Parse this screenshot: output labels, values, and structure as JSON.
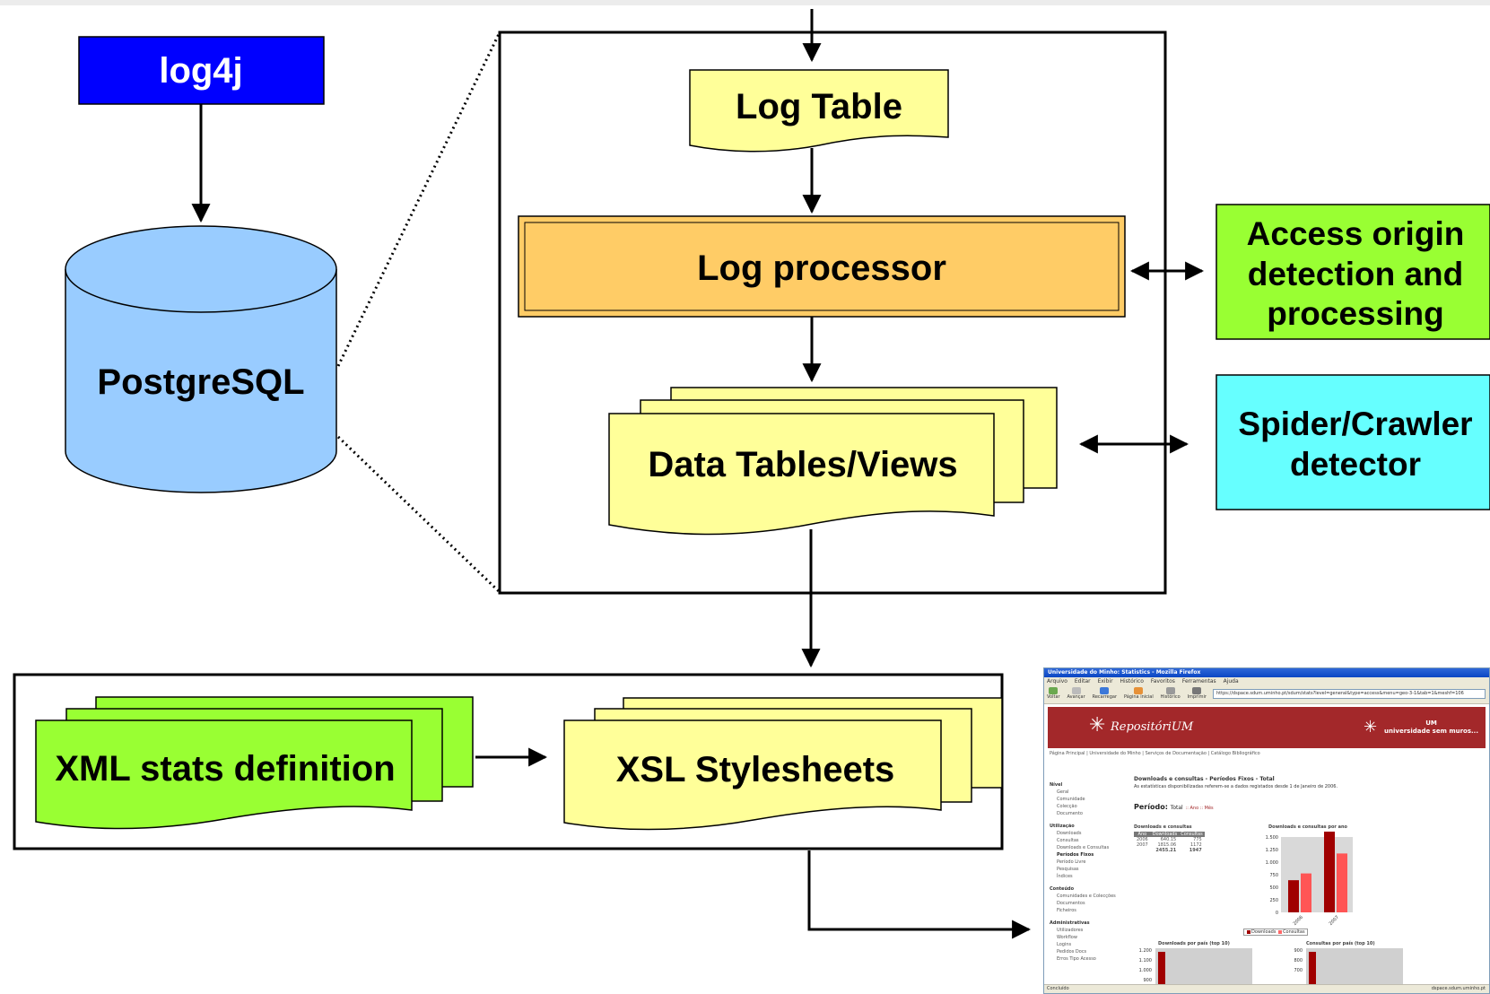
{
  "nodes": {
    "log4j": "log4j",
    "postgresql": "PostgreSQL",
    "log_table": "Log Table",
    "log_processor": "Log processor",
    "data_tables": "Data Tables/Views",
    "access_origin": [
      "Access origin",
      "detection and",
      "processing"
    ],
    "spider_crawler": [
      "Spider/Crawler",
      "detector"
    ],
    "xml_stats": "XML stats definition",
    "xsl_stylesheets": "XSL Stylesheets"
  },
  "colors": {
    "log4j_fill": "#0000ff",
    "log4j_text": "#ffffff",
    "db_fill": "#99ccff",
    "doc_yellow": "#ffff99",
    "processor_fill": "#ffcc66",
    "green": "#99ff33",
    "cyan": "#66ffff"
  },
  "screenshot": {
    "window_title": "Universidade do Minho: Statistics - Mozilla Firefox",
    "menu": [
      "Arquivo",
      "Editar",
      "Exibir",
      "Histórico",
      "Favoritos",
      "Ferramentas",
      "Ajuda"
    ],
    "toolbar": [
      "Voltar",
      "Avançar",
      "Recarregar",
      "Página inicial",
      "Histórico",
      "Imprimir"
    ],
    "url": "https://dspace.sdum.uminho.pt/sdum/stats?level=general&type=access&menu=geo-3-1&tab=1&meshf=106",
    "brand": "RepositóriUM",
    "um_line1": "UM",
    "um_line2": "universidade sem muros...",
    "breadcrumb": "Página Principal | Universidade do Minho | Serviços de Documentação | Catálogo Bibliográfico",
    "page_heading": "Downloads e consultas - Períodos Fixos - Total",
    "page_sub": "As estatísticas disponibilizadas referem-se a dados registados desde 1 de Janeiro de 2006.",
    "period_label": "Período:",
    "period_value": "Total",
    "period_options": ":: Ano :: Mês",
    "sidebar": [
      {
        "heading": "Nível",
        "items": [
          "Geral",
          "Comunidade",
          "Colecção",
          "Documento"
        ]
      },
      {
        "heading": "Utilização",
        "items": [
          "Downloads",
          "Consultas",
          "Downloads e Consultas",
          "Períodos Fixos",
          "Período Livre",
          "Pesquisas",
          "Índices"
        ]
      },
      {
        "heading": "Conteúdo",
        "items": [
          "Comunidades e Colecções",
          "Documentos",
          "Ficheiros"
        ]
      },
      {
        "heading": "Administrativas",
        "items": [
          "Utilizadores",
          "Workflow",
          "Logins",
          "Pedidos Docs",
          "Erros Tipo Acesso"
        ]
      }
    ],
    "table_title": "Downloads e consultas",
    "table_headers": [
      "Ano",
      "Downloads",
      "Consultas"
    ],
    "table_rows": [
      [
        "2006",
        "640.15",
        "775"
      ],
      [
        "2007",
        "1815.06",
        "1172"
      ],
      [
        "",
        "2455.21",
        "1947"
      ]
    ],
    "chart1_title": "Downloads e consultas por ano",
    "chart1": {
      "type": "bar",
      "categories": [
        "2006",
        "2007"
      ],
      "series": [
        {
          "name": "Downloads",
          "values": [
            640,
            1815
          ]
        },
        {
          "name": "Consultas",
          "values": [
            775,
            1172
          ]
        }
      ],
      "yticks": [
        "1.500",
        "1.250",
        "1.000",
        "750",
        "500",
        "250",
        "0"
      ]
    },
    "legend": [
      "Downloads",
      "Consultas"
    ],
    "chart2_title": "Downloads por país (top 10)",
    "chart2_yticks": [
      "1.200",
      "1.100",
      "1.000",
      "900"
    ],
    "chart3_title": "Consultas por país (top 10)",
    "chart3_yticks": [
      "900",
      "800",
      "700"
    ],
    "status_left": "Concluído",
    "status_right": "dspace.sdum.uminho.pt"
  }
}
